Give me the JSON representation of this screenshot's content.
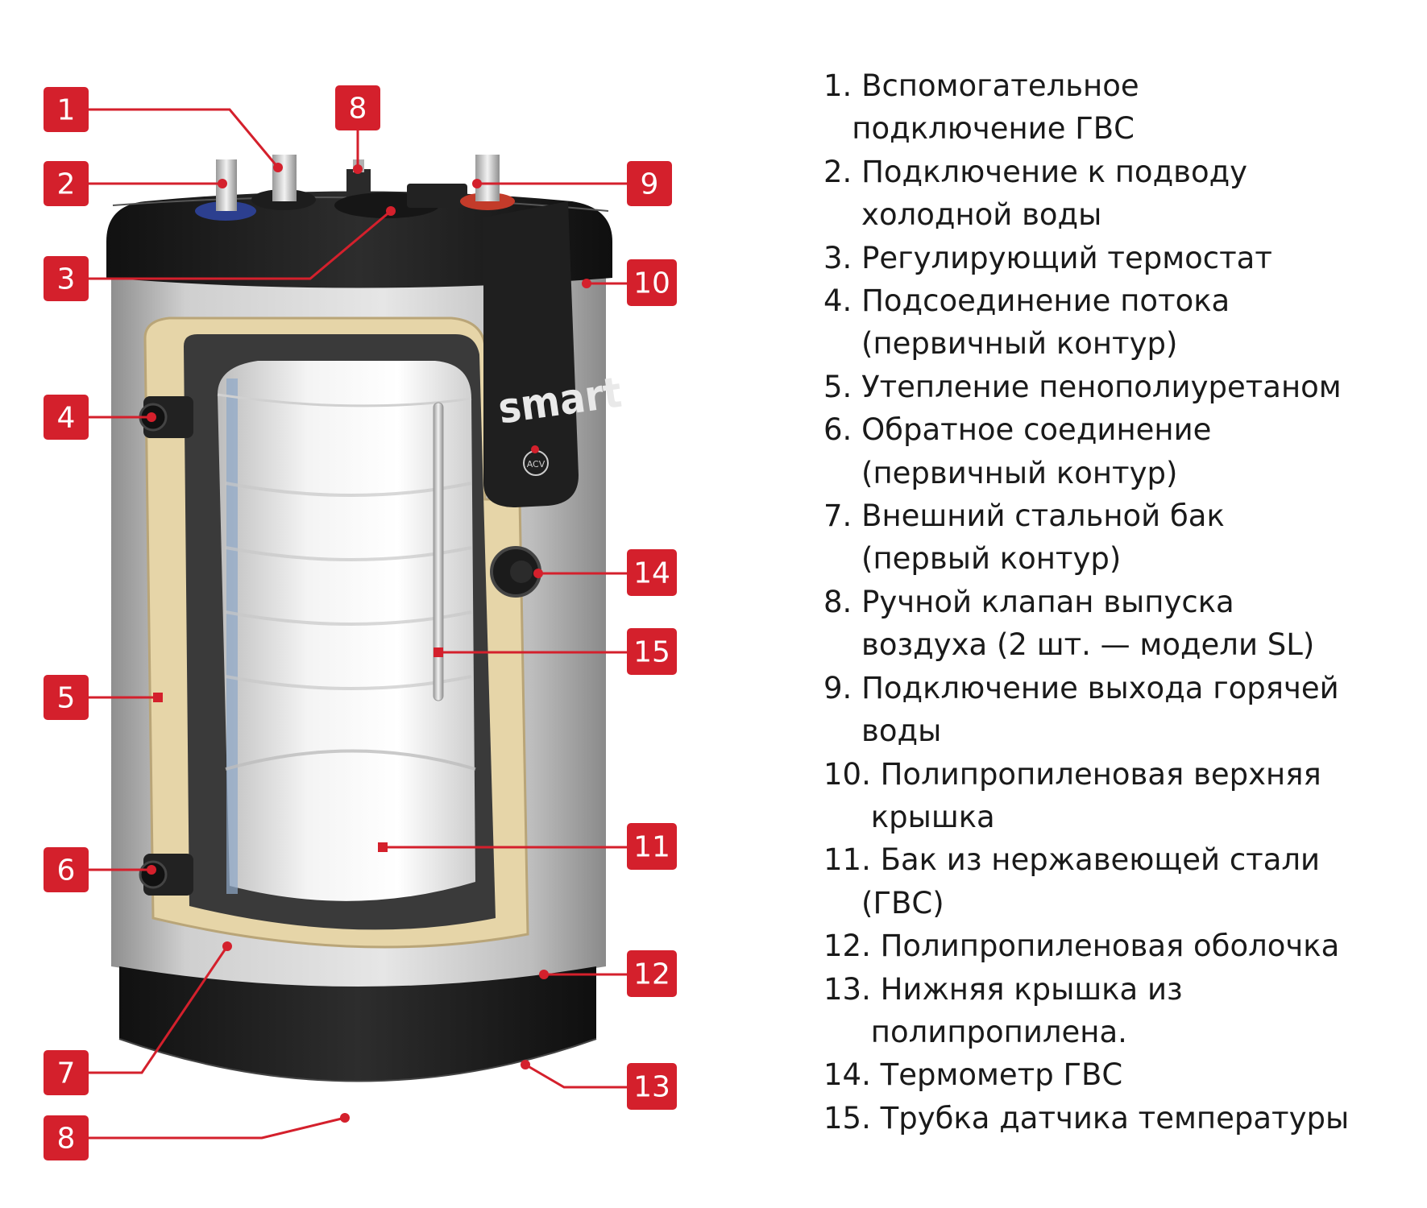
{
  "callouts": [
    {
      "label": "1"
    },
    {
      "label": "2"
    },
    {
      "label": "3"
    },
    {
      "label": "4"
    },
    {
      "label": "5"
    },
    {
      "label": "6"
    },
    {
      "label": "7"
    },
    {
      "label": "8"
    },
    {
      "label": "8"
    },
    {
      "label": "9"
    },
    {
      "label": "10"
    },
    {
      "label": "11"
    },
    {
      "label": "12"
    },
    {
      "label": "13"
    },
    {
      "label": "14"
    },
    {
      "label": "15"
    }
  ],
  "brand": {
    "logo": "smart",
    "sub_logo": "ACV"
  },
  "legend": [
    {
      "line1": "1. Вспомогательное",
      "line2": "   подключение ГВС"
    },
    {
      "line1": "2. Подключение к подводу",
      "line2": "    холодной воды"
    },
    {
      "line1": "3. Регулирующий термостат",
      "line2": ""
    },
    {
      "line1": "4. Подсоединение потока",
      "line2": "    (первичный контур)"
    },
    {
      "line1": "5. Утепление пенополиуретаном",
      "line2": ""
    },
    {
      "line1": "6. Обратное соединение",
      "line2": "    (первичный контур)"
    },
    {
      "line1": "7. Внешний стальной бак",
      "line2": "    (первый контур)"
    },
    {
      "line1": "8. Ручной клапан выпуска",
      "line2": "    воздуха (2 шт. — модели SL)"
    },
    {
      "line1": "9. Подключение выхода горячей",
      "line2": "    воды"
    },
    {
      "line1": "10. Полипропиленовая верхняя",
      "line2": "     крышка"
    },
    {
      "line1": "11. Бак из нержавеющей стали",
      "line2": "    (ГВС)"
    },
    {
      "line1": "12. Полипропиленовая оболочка",
      "line2": ""
    },
    {
      "line1": "13. Нижняя крышка из",
      "line2": "     полипропилена."
    },
    {
      "line1": "14. Термометр ГВС",
      "line2": ""
    },
    {
      "line1": "15. Трубка датчика температуры",
      "line2": ""
    }
  ],
  "colors": {
    "accent": "#d4202c",
    "insulation": "#e6d5a8",
    "shell": "#c9c9c9",
    "cap": "#1e1e1e"
  }
}
